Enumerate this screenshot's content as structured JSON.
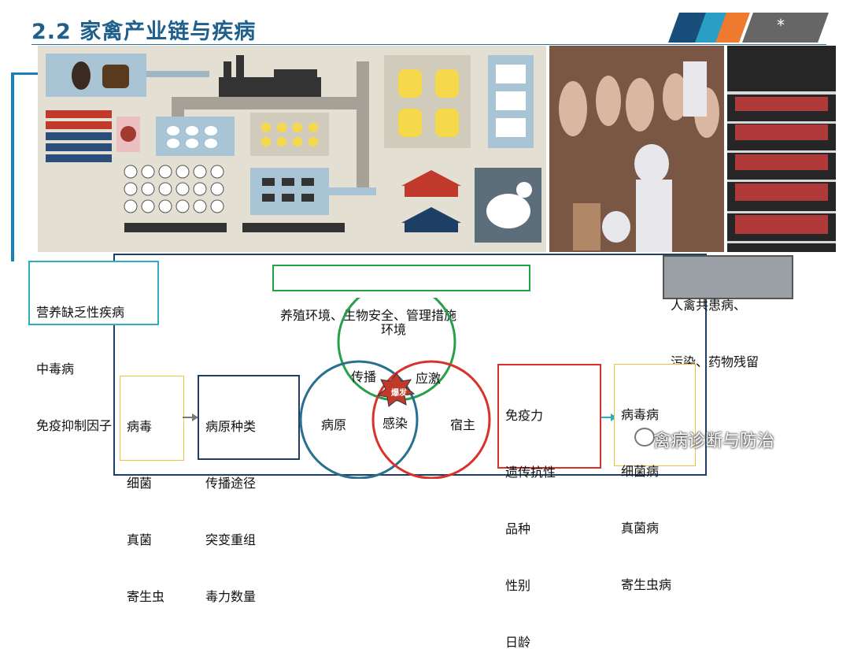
{
  "slide": {
    "title": "2.2  家禽产业链与疾病",
    "star": "*",
    "colors": {
      "title": "#1f5f8b",
      "stripe_dark": "#1a4e7a",
      "stripe_teal": "#2a9fc5",
      "stripe_orange": "#ee7a30",
      "stripe_gray": "#666666"
    }
  },
  "boxes": {
    "nutrition": [
      "营养缺乏性疾病",
      "中毒病",
      "免疫抑制因子"
    ],
    "environment_header": "养殖环境、生物安全、管理措施",
    "zoonosis": [
      "人禽共患病、",
      "污染、药物残留"
    ],
    "agents": [
      "病毒",
      "细菌",
      "真菌",
      "寄生虫"
    ],
    "pathogen_factors": [
      "病原种类",
      "传播途径",
      "突变重组",
      "毒力数量"
    ],
    "host_factors": [
      "免疫力",
      "遗传抗性",
      "品种",
      "性别",
      "日龄"
    ],
    "diseases": [
      "病毒病",
      "细菌病",
      "真菌病",
      "寄生虫病"
    ]
  },
  "venn": {
    "environment": "环境",
    "pathogen": "病原",
    "host": "宿主",
    "transmission": "传播",
    "stress": "应激",
    "infection": "感染",
    "outbreak": "爆发"
  },
  "watermark": "禽病诊断与防治"
}
